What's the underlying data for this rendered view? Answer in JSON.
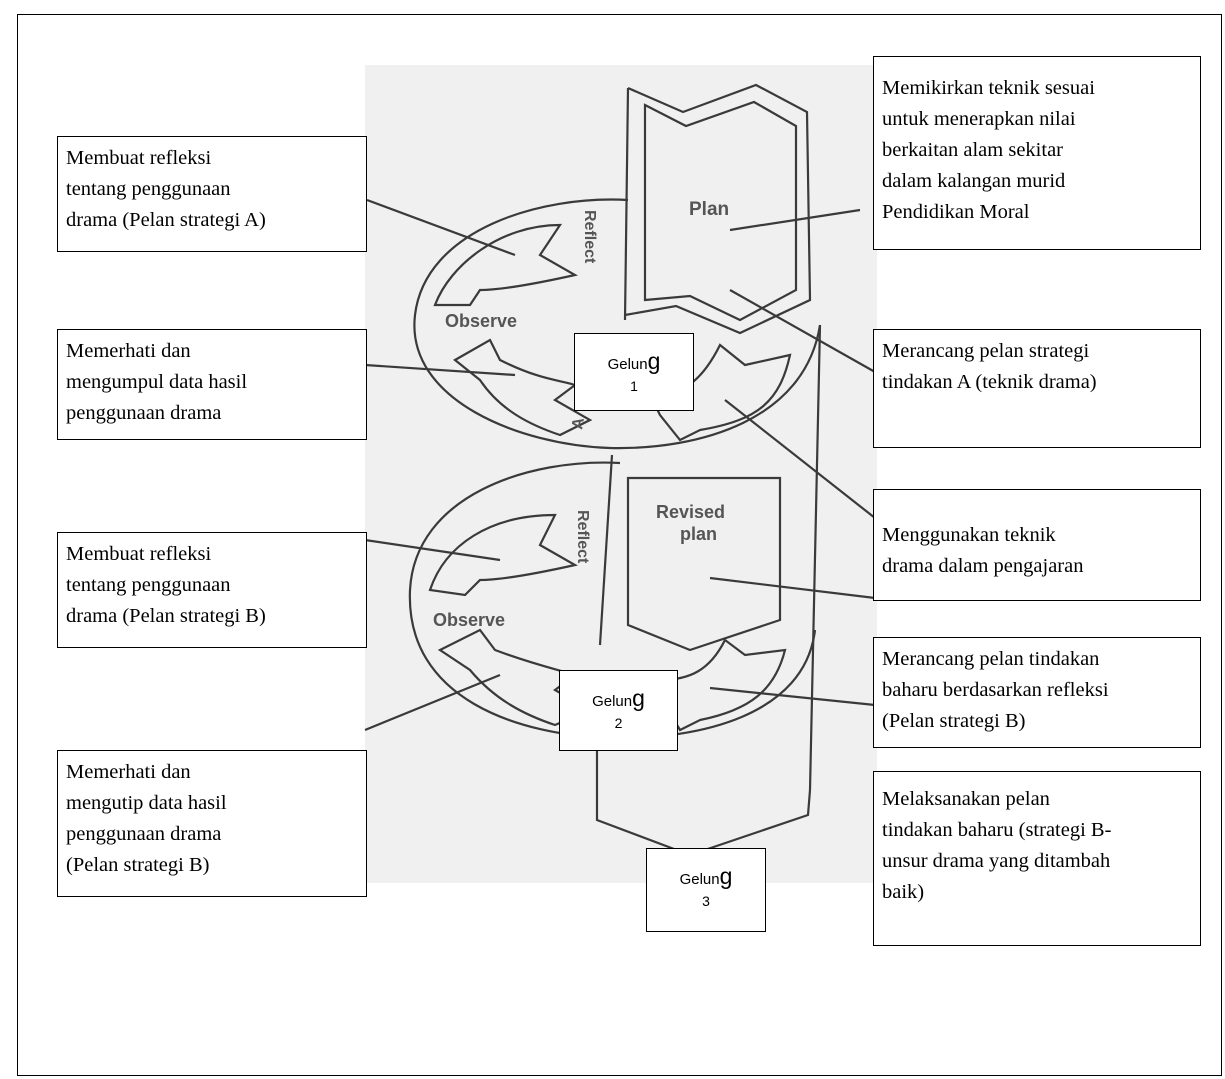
{
  "left_boxes": [
    "Membuat refleksi\ntentang penggunaan\ndrama (Pelan strategi A)",
    "Memerhati dan\nmengumpul data hasil\npenggunaan drama",
    "Membuat refleksi\ntentang penggunaan\ndrama (Pelan strategi B)",
    "Memerhati dan\nmengutip data hasil\npenggunaan drama\n(Pelan strategi B)"
  ],
  "right_boxes": [
    "Memikirkan teknik sesuai\nuntuk menerapkan nilai\nberkaitan alam sekitar\ndalam kalangan murid\nPendidikan Moral",
    "Merancang pelan strategi\ntindakan  A (teknik drama)",
    "Menggunakan teknik\ndrama dalam pengajaran",
    "Merancang pelan tindakan\nbaharu berdasarkan refleksi\n(Pelan strategi B)",
    "Melaksanakan pelan\ntindakan baharu (strategi B-\nunsur drama yang ditambah\nbaik)"
  ],
  "loops": [
    {
      "word": "Gelun",
      "last": "g",
      "num": "1"
    },
    {
      "word": "Gelun",
      "last": "g",
      "num": "2"
    },
    {
      "word": "Gelun",
      "last": "g",
      "num": "3"
    }
  ],
  "diagram_labels": {
    "plan": "Plan",
    "reflect1": "Reflect",
    "observe1": "Observe",
    "act1": "A",
    "revised": "Revised\nplan",
    "reflect2": "Reflect",
    "observe2": "Observe"
  }
}
